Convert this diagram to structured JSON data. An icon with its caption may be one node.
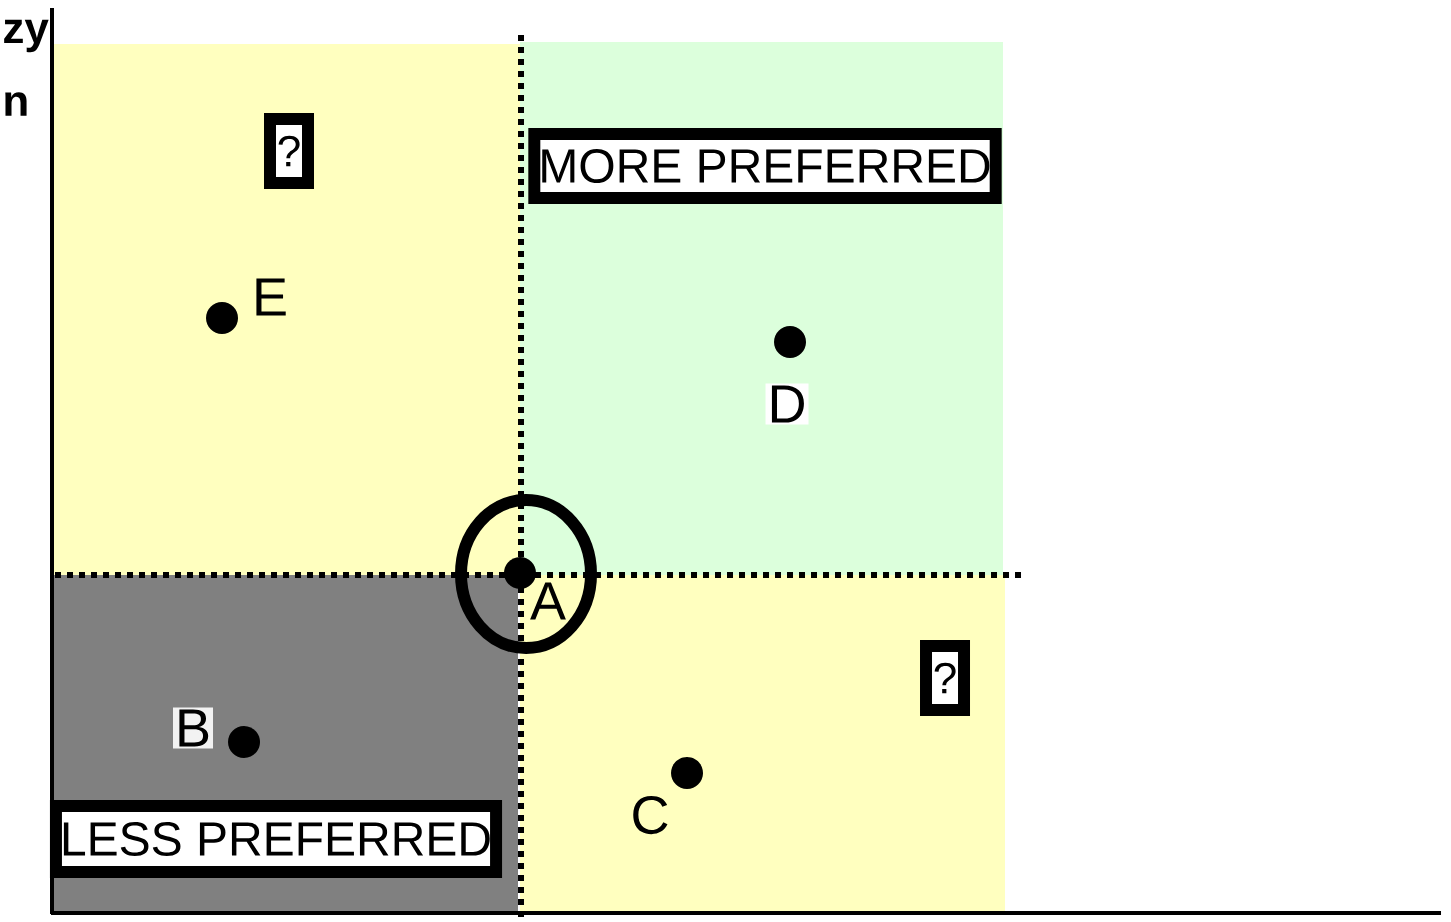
{
  "diagram": {
    "nodes": [
      {
        "text": [
          "?"
        ]
      },
      {
        "text": [
          "MORE PREFERRED"
        ]
      },
      {
        "text": [
          "?"
        ]
      },
      {
        "text": [
          "LESS PREFERRED"
        ]
      }
    ],
    "labels": [
      "zy",
      "n",
      "E",
      "D",
      "A",
      "B",
      "C"
    ]
  }
}
